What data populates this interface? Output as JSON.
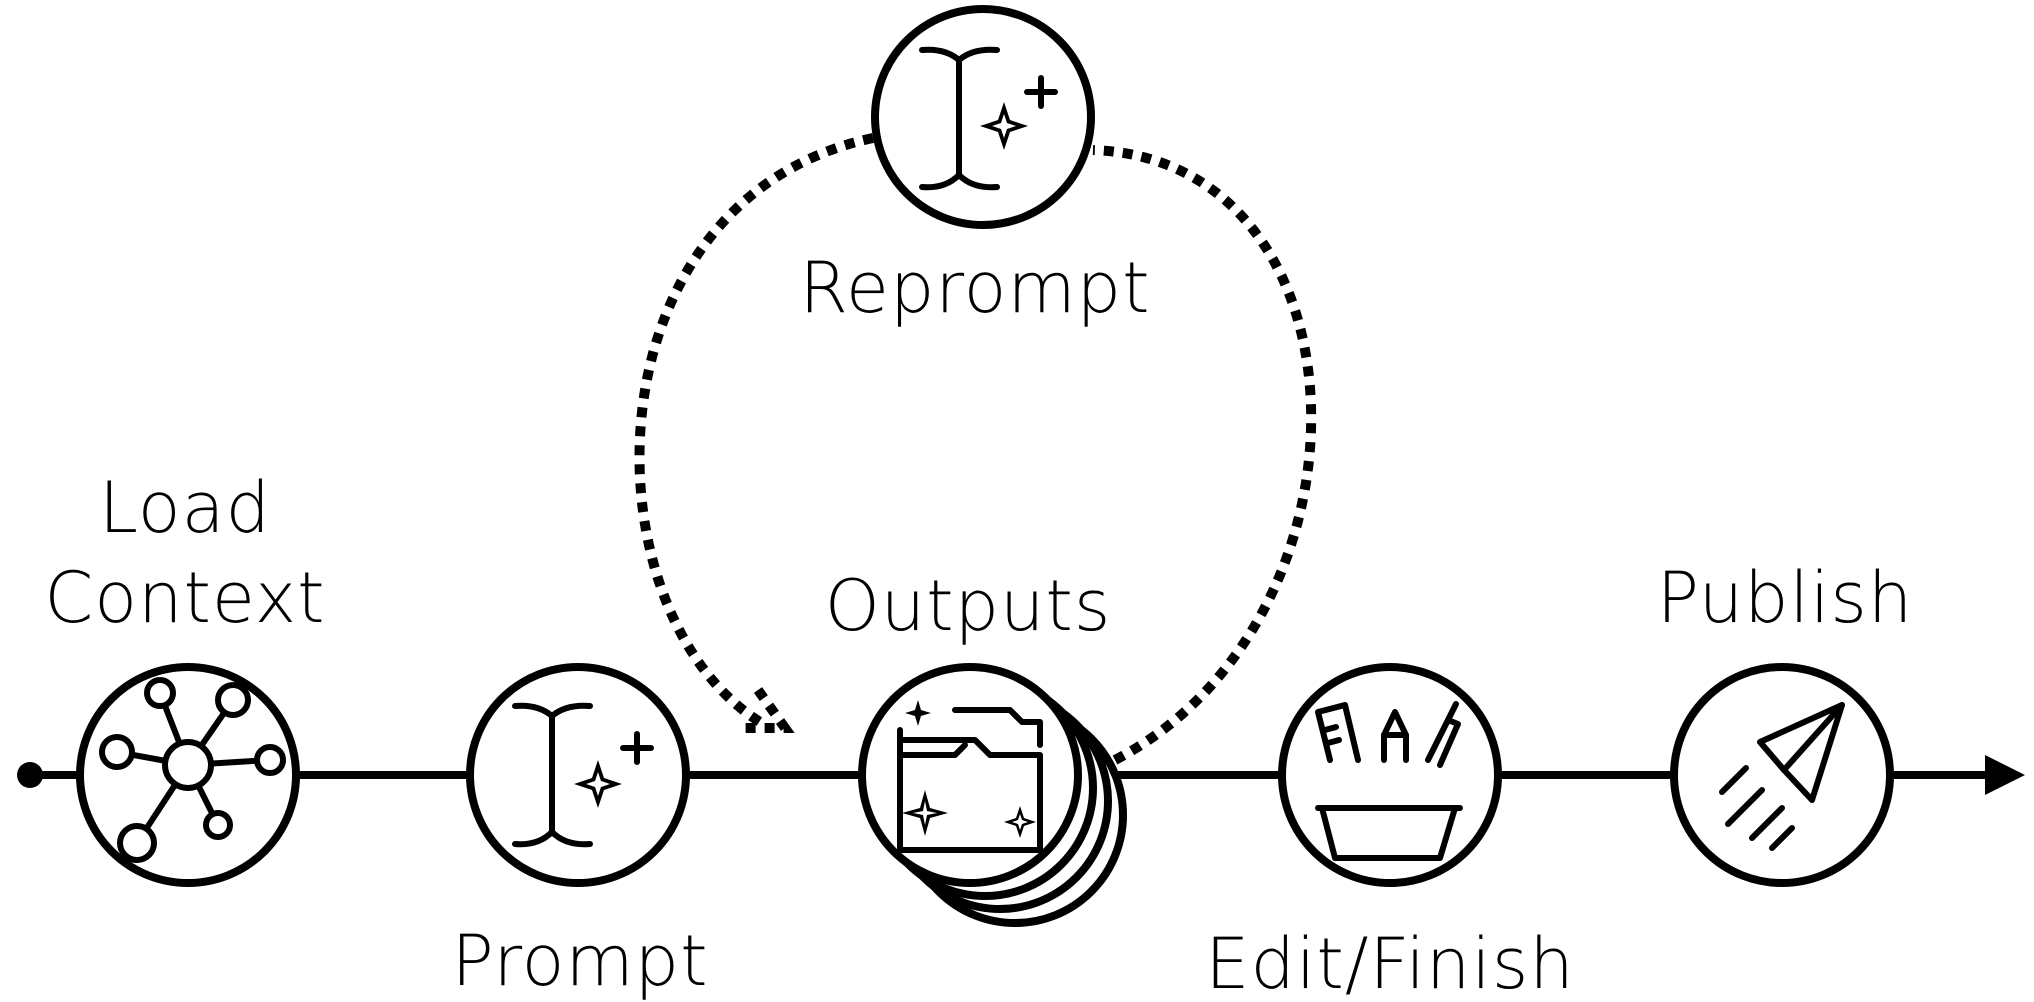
{
  "steps": {
    "load_context": {
      "line1": "Load",
      "line2": "Context",
      "icon": "network-hub-icon"
    },
    "prompt": {
      "label": "Prompt",
      "icon": "text-cursor-sparkle-icon"
    },
    "outputs": {
      "label": "Outputs",
      "icon": "folder-sparkle-icon"
    },
    "reprompt": {
      "label": "Reprompt",
      "icon": "text-cursor-sparkle-icon"
    },
    "edit_finish": {
      "label": "Edit/Finish",
      "icon": "pen-ruler-cup-icon"
    },
    "publish": {
      "label": "Publish",
      "icon": "paper-plane-icon"
    }
  },
  "colors": {
    "stroke": "#000000",
    "background": "#ffffff"
  }
}
